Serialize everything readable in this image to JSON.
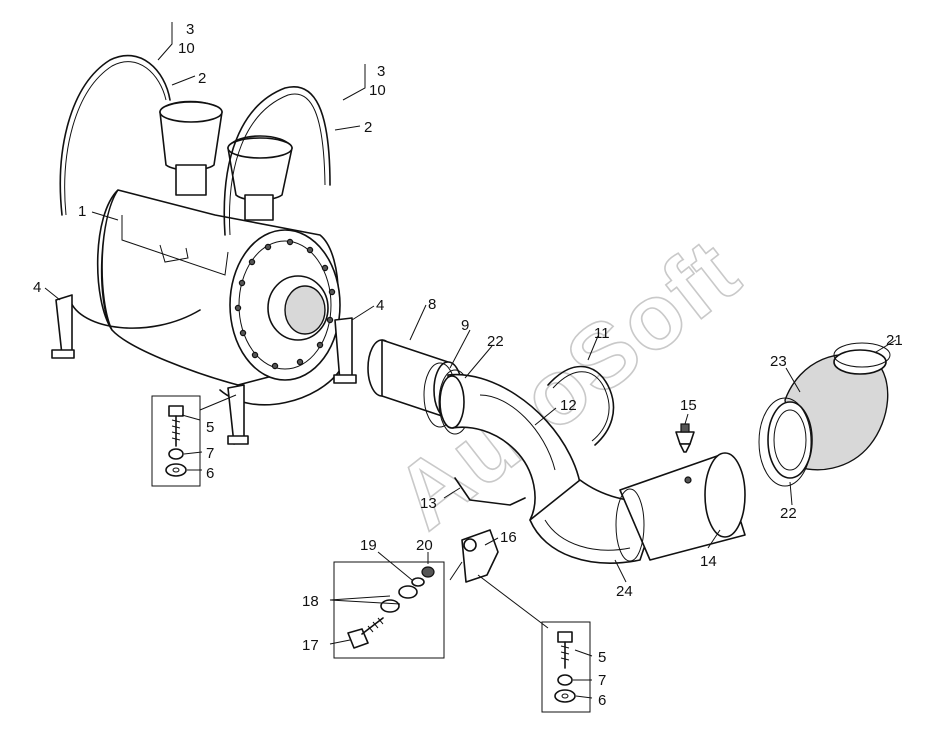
{
  "watermark": "AutoSoft",
  "callouts": [
    {
      "id": "c3a",
      "text": "3"
    },
    {
      "id": "c10a",
      "text": "10"
    },
    {
      "id": "c2a",
      "text": "2"
    },
    {
      "id": "c3b",
      "text": "3"
    },
    {
      "id": "c10b",
      "text": "10"
    },
    {
      "id": "c2b",
      "text": "2"
    },
    {
      "id": "c1",
      "text": "1"
    },
    {
      "id": "c4a",
      "text": "4"
    },
    {
      "id": "c4b",
      "text": "4"
    },
    {
      "id": "c8",
      "text": "8"
    },
    {
      "id": "c9",
      "text": "9"
    },
    {
      "id": "c22a",
      "text": "22"
    },
    {
      "id": "c11",
      "text": "11"
    },
    {
      "id": "c12",
      "text": "12"
    },
    {
      "id": "c15",
      "text": "15"
    },
    {
      "id": "c21",
      "text": "21"
    },
    {
      "id": "c23",
      "text": "23"
    },
    {
      "id": "c22b",
      "text": "22"
    },
    {
      "id": "c5a",
      "text": "5"
    },
    {
      "id": "c7a",
      "text": "7"
    },
    {
      "id": "c6a",
      "text": "6"
    },
    {
      "id": "c13",
      "text": "13"
    },
    {
      "id": "c16",
      "text": "16"
    },
    {
      "id": "c19",
      "text": "19"
    },
    {
      "id": "c20",
      "text": "20"
    },
    {
      "id": "c18",
      "text": "18"
    },
    {
      "id": "c17",
      "text": "17"
    },
    {
      "id": "c14",
      "text": "14"
    },
    {
      "id": "c24",
      "text": "24"
    },
    {
      "id": "c5b",
      "text": "5"
    },
    {
      "id": "c7b",
      "text": "7"
    },
    {
      "id": "c6b",
      "text": "6"
    }
  ]
}
